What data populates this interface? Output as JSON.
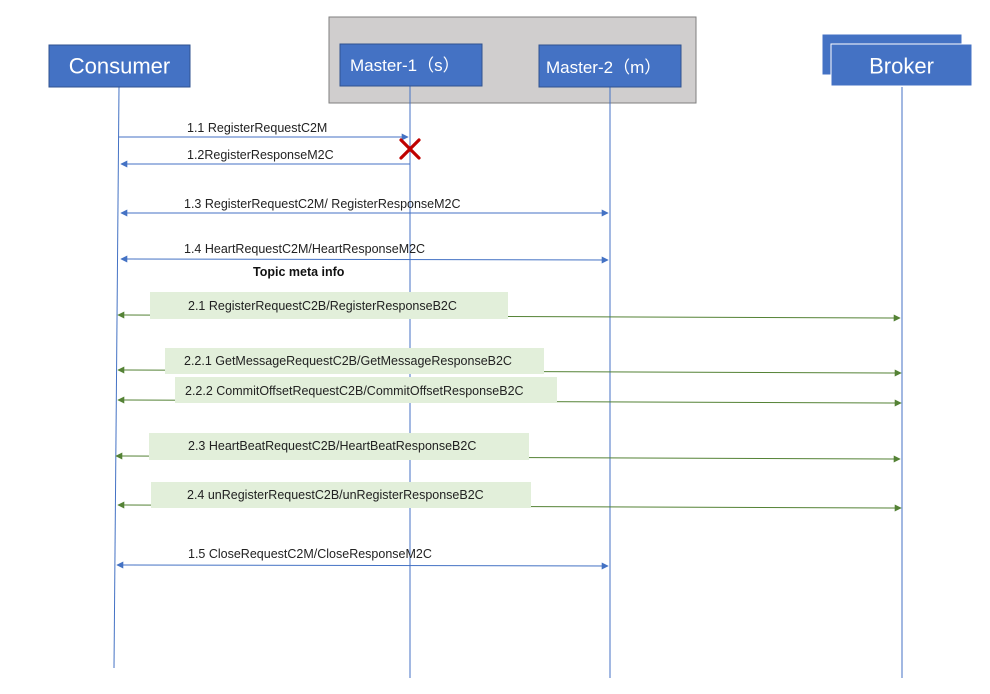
{
  "actors": {
    "consumer": "Consumer",
    "master1": "Master-1（s）",
    "master2": "Master-2（m）",
    "broker": "Broker"
  },
  "failure_marker": "x-mark-icon",
  "colors": {
    "actor_fill": "#4472c4",
    "master_group_fill": "#d0cece",
    "master_message": "#4472c4",
    "broker_message": "#548235",
    "broker_label_bg": "#e2efda",
    "failure": "#c00000"
  },
  "notes": {
    "topic_meta": "Topic meta info"
  },
  "messages": [
    {
      "id": "1.1",
      "label": "1.1 RegisterRequestC2M"
    },
    {
      "id": "1.2",
      "label": "1.2RegisterResponseM2C"
    },
    {
      "id": "1.3",
      "label": "1.3 RegisterRequestC2M/ RegisterResponseM2C"
    },
    {
      "id": "1.4",
      "label": "1.4 HeartRequestC2M/HeartResponseM2C"
    },
    {
      "id": "2.1",
      "label": "2.1 RegisterRequestC2B/RegisterResponseB2C"
    },
    {
      "id": "2.2.1",
      "label": "2.2.1 GetMessageRequestC2B/GetMessageResponseB2C"
    },
    {
      "id": "2.2.2",
      "label": "2.2.2 CommitOffsetRequestC2B/CommitOffsetResponseB2C"
    },
    {
      "id": "2.3",
      "label": "2.3 HeartBeatRequestC2B/HeartBeatResponseB2C"
    },
    {
      "id": "2.4",
      "label": "2.4 unRegisterRequestC2B/unRegisterResponseB2C"
    },
    {
      "id": "1.5",
      "label": "1.5 CloseRequestC2M/CloseResponseM2C"
    }
  ]
}
